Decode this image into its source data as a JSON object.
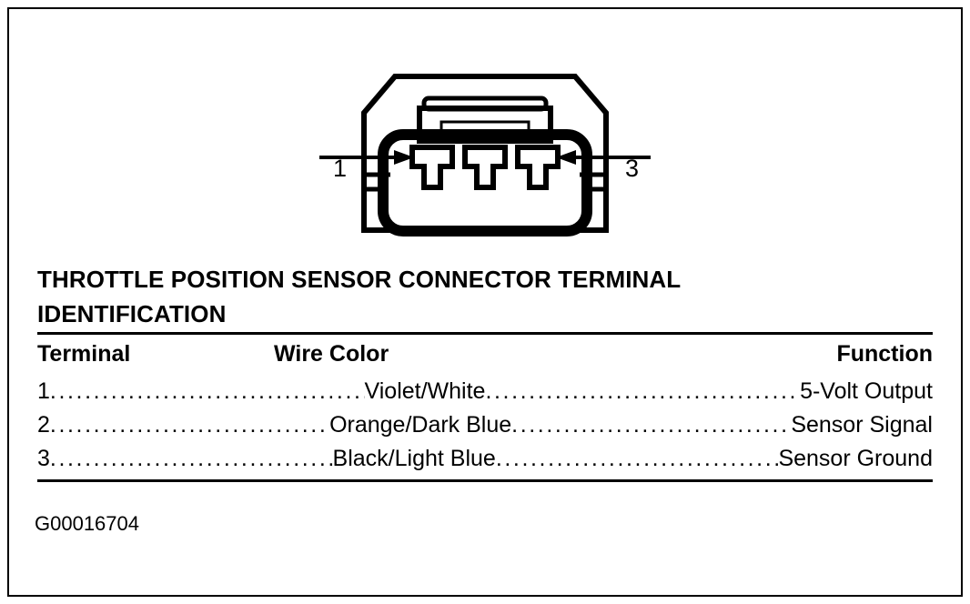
{
  "figure": {
    "title_line_1": "THROTTLE POSITION SENSOR CONNECTOR TERMINAL",
    "title_line_2": "IDENTIFICATION",
    "figure_id": "G00016704",
    "connector": {
      "name": "throttle-position-sensor-connector",
      "cavity_count": 3,
      "callouts": [
        {
          "label": "1",
          "arrow": "right",
          "points_to": "terminal-cavity-1"
        },
        {
          "label": "3",
          "arrow": "left",
          "points_to": "terminal-cavity-3"
        }
      ]
    },
    "line_color": "#000000",
    "background_color": "#ffffff"
  },
  "table": {
    "headers": {
      "terminal": "Terminal",
      "wire_color": "Wire Color",
      "function": "Function"
    },
    "leader_dots": "......................................................................................................",
    "rows": [
      {
        "terminal": "1",
        "wire_color": "Violet/White",
        "function": "5-Volt Output"
      },
      {
        "terminal": "2",
        "wire_color": "Orange/Dark Blue",
        "function": "Sensor Signal"
      },
      {
        "terminal": "3",
        "wire_color": "Black/Light Blue",
        "function": "Sensor Ground"
      }
    ]
  }
}
